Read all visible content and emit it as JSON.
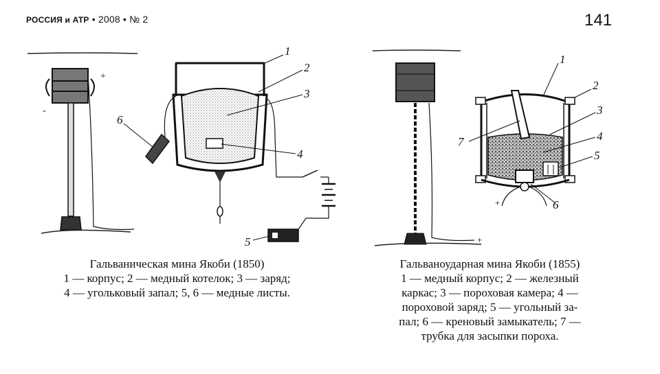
{
  "header": {
    "journal": "РОССИЯ и АТР",
    "year_issue": "• 2008 • № 2",
    "page_number": "141"
  },
  "figure_left": {
    "labels": [
      "1",
      "2",
      "3",
      "4",
      "5",
      "6"
    ],
    "caption_title": "Гальваническая мина Якоби (1850)",
    "caption_lines": [
      "1 — корпус; 2 — медный котелок; 3 — заряд;",
      "4 — угольковый запал; 5, 6 — медные листы."
    ],
    "polarity_plus": "+"
  },
  "figure_right": {
    "labels": [
      "1",
      "2",
      "3",
      "4",
      "5",
      "6",
      "7"
    ],
    "caption_title": "Гальваноударная мина Якоби (1855)",
    "caption_lines": [
      "1 — медный корпус; 2 — железный",
      "каркас; 3 — пороховая камера; 4 —",
      "пороховой заряд; 5 — угольный за-",
      "пал; 6 — креновый замыкатель; 7 —",
      "трубка для засыпки пороха."
    ],
    "polarity_plus": "+"
  }
}
